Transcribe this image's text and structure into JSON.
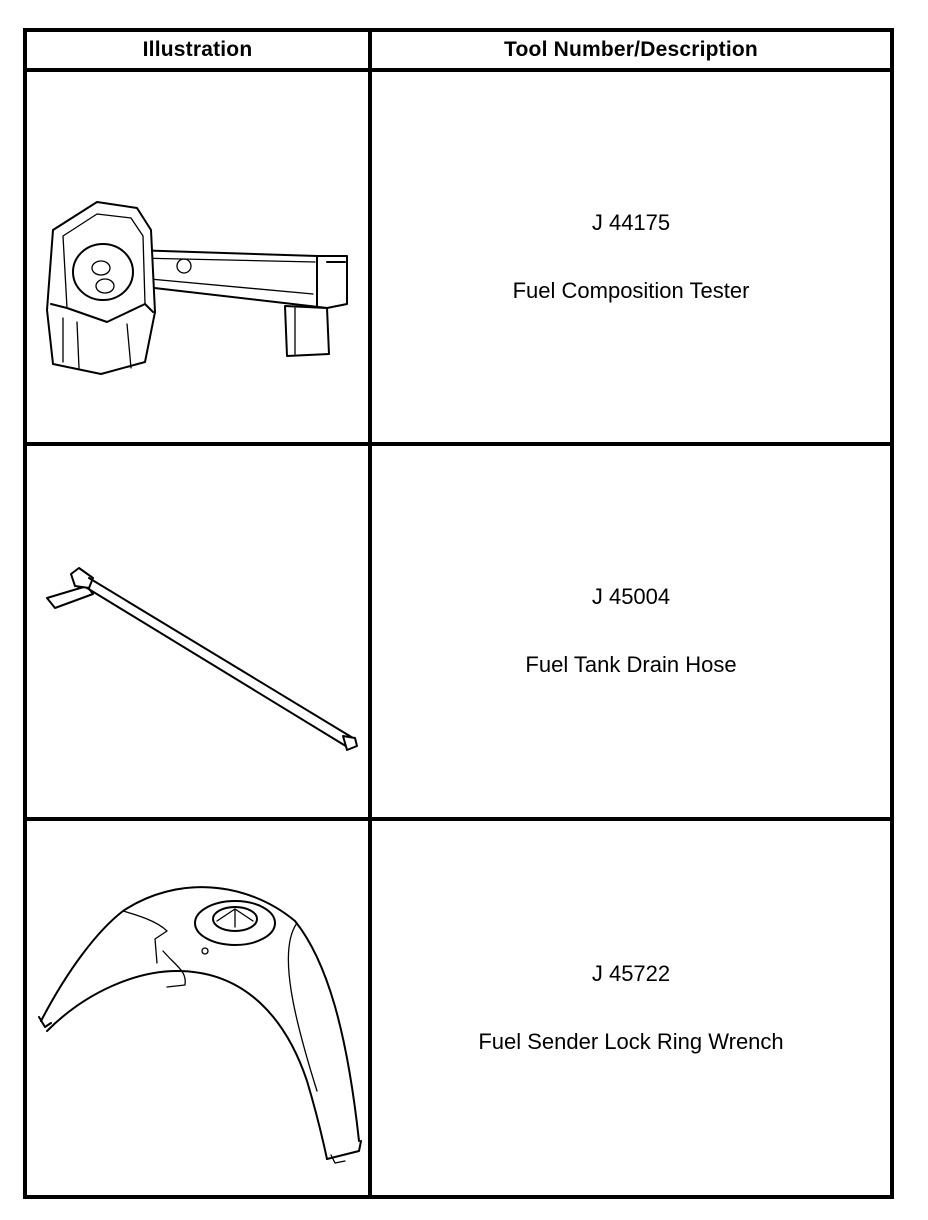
{
  "table": {
    "headers": {
      "illustration": "Illustration",
      "description": "Tool Number/Description"
    },
    "rows": [
      {
        "tool_number": "J 44175",
        "description": "Fuel Composition Tester",
        "icon": "fuel-composition-tester-illustration"
      },
      {
        "tool_number": "J 45004",
        "description": "Fuel Tank Drain Hose",
        "icon": "fuel-tank-drain-hose-illustration"
      },
      {
        "tool_number": "J 45722",
        "description": "Fuel Sender Lock Ring Wrench",
        "icon": "lock-ring-wrench-illustration"
      }
    ]
  }
}
